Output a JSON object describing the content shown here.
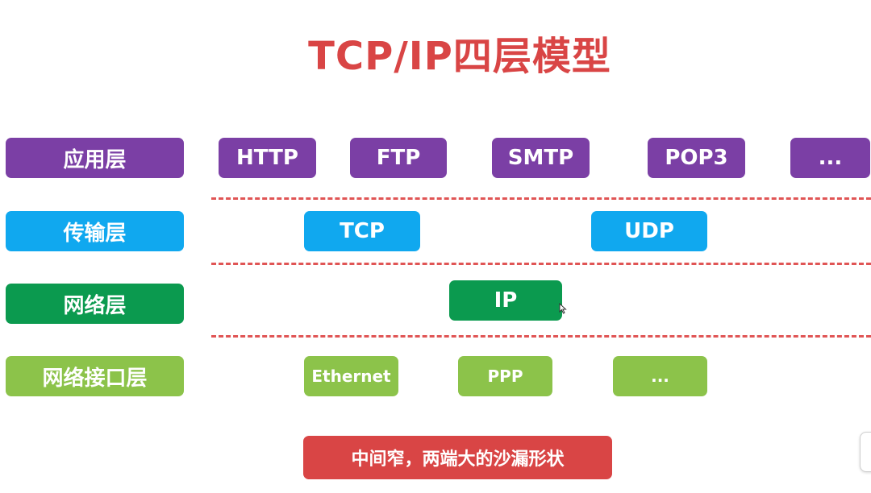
{
  "title": "TCP/IP四层模型",
  "layers": [
    {
      "label": "应用层",
      "protocols": [
        "HTTP",
        "FTP",
        "SMTP",
        "POP3",
        "..."
      ]
    },
    {
      "label": "传输层",
      "protocols": [
        "TCP",
        "UDP"
      ]
    },
    {
      "label": "网络层",
      "protocols": [
        "IP"
      ]
    },
    {
      "label": "网络接口层",
      "protocols": [
        "Ethernet",
        "PPP",
        "..."
      ]
    }
  ],
  "note": "中间窄，两端大的沙漏形状",
  "colors": {
    "title": "#d94545",
    "application": "#7b3fa5",
    "transport": "#10a8ef",
    "network": "#0b9a4f",
    "interface": "#8cc34a",
    "note": "#d94545",
    "divider": "#e05555"
  }
}
